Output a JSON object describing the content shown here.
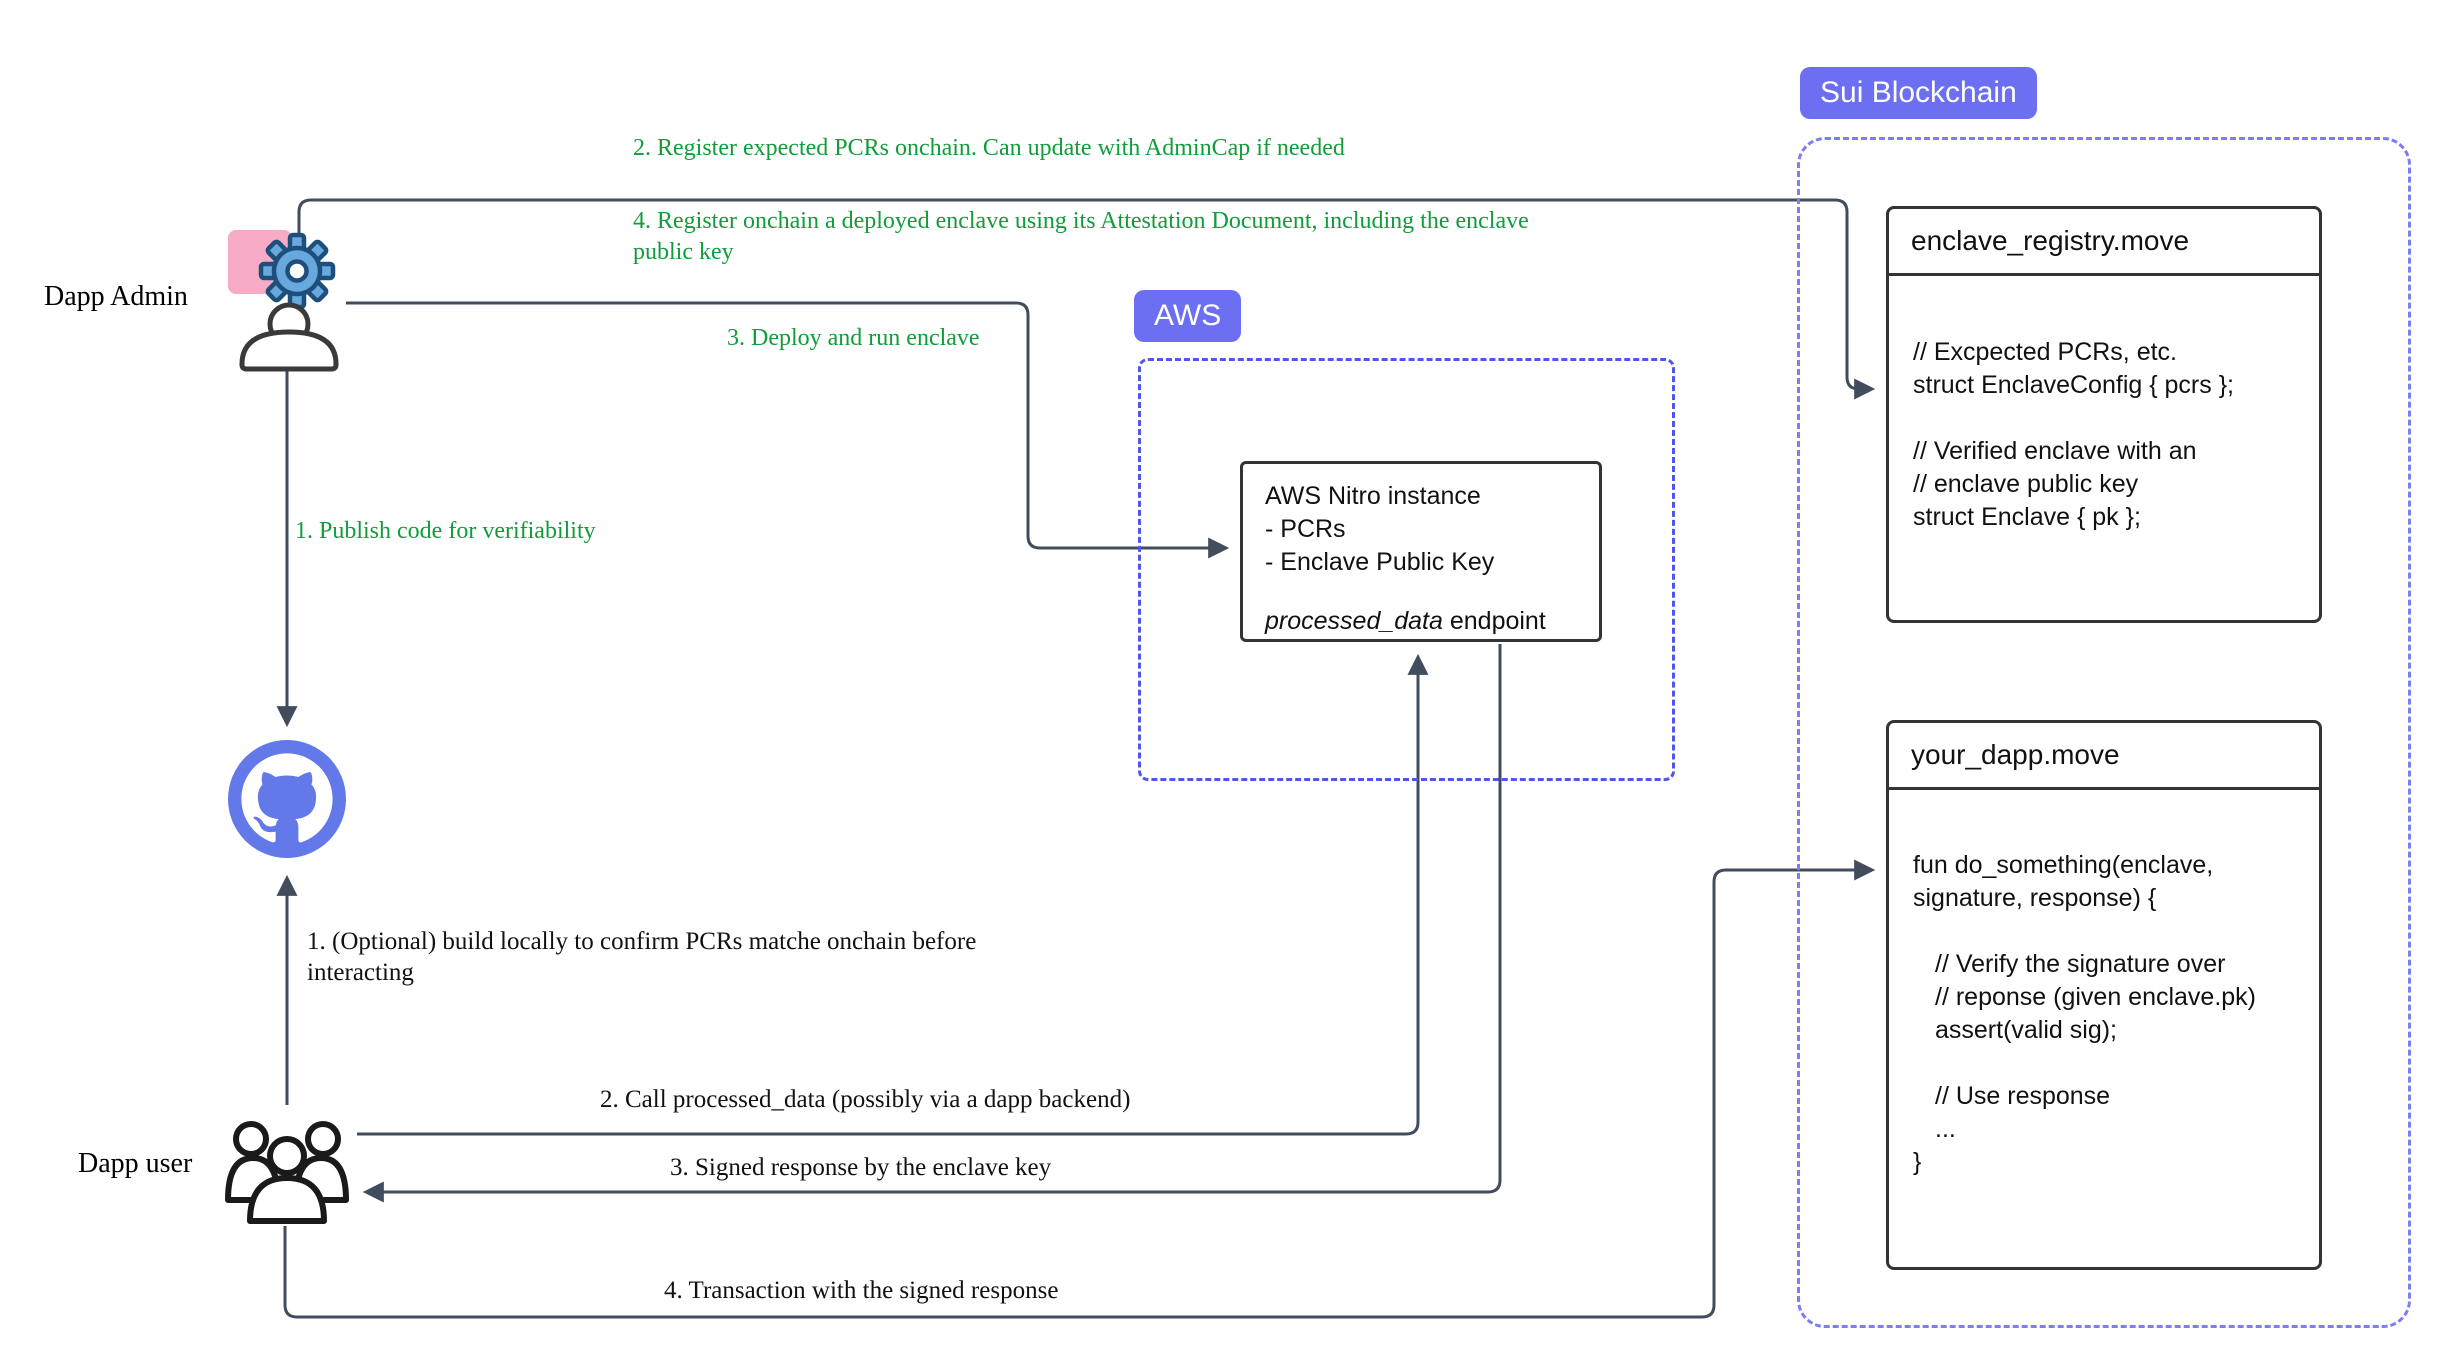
{
  "colors": {
    "green": "#0f9d3a",
    "purple": "#6c6ff1",
    "suiBorder": "#7d7df2",
    "awsBorder": "#5156eb",
    "github": "#6379e9",
    "pink": "#f7abc6",
    "arrow": "#414d5c",
    "boxBorder": "#333333",
    "gearFill": "#69a8dc",
    "gearStroke": "#1d4f7c",
    "ink": "#111111"
  },
  "actors": {
    "admin": "Dapp Admin",
    "user": "Dapp user"
  },
  "badges": {
    "sui": "Sui Blockchain",
    "aws": "AWS"
  },
  "admin_flow": {
    "step1": "1. Publish code for verifiability",
    "step2": "2. Register expected PCRs onchain. Can update with AdminCap if needed",
    "step3": "3. Deploy and run enclave",
    "step4": "4. Register onchain a deployed enclave using its Attestation Document, including the enclave public key"
  },
  "user_flow": {
    "step1": "1. (Optional) build locally to confirm PCRs matche onchain before interacting",
    "step2": "2. Call processed_data (possibly via a dapp backend)",
    "step3": "3. Signed response by the enclave key",
    "step4": "4. Transaction with the signed response"
  },
  "nitro": {
    "title": "AWS Nitro instance",
    "item1": "- PCRs",
    "item2": "- Enclave Public Key",
    "endpoint_name": "processed_data",
    "endpoint_suffix": " endpoint"
  },
  "registry": {
    "title": "enclave_registry.move",
    "lines": [
      "// Excpected PCRs, etc.",
      "struct EnclaveConfig { pcrs };",
      "",
      "// Verified enclave with an",
      "// enclave public key",
      "struct Enclave { pk };"
    ]
  },
  "dapp": {
    "title": "your_dapp.move",
    "lines": [
      "fun do_something(enclave,",
      "signature, response) {",
      "",
      "// Verify the signature over",
      "// reponse (given enclave.pk)",
      "assert(valid sig);",
      "",
      "// Use response",
      "...",
      "}"
    ]
  }
}
